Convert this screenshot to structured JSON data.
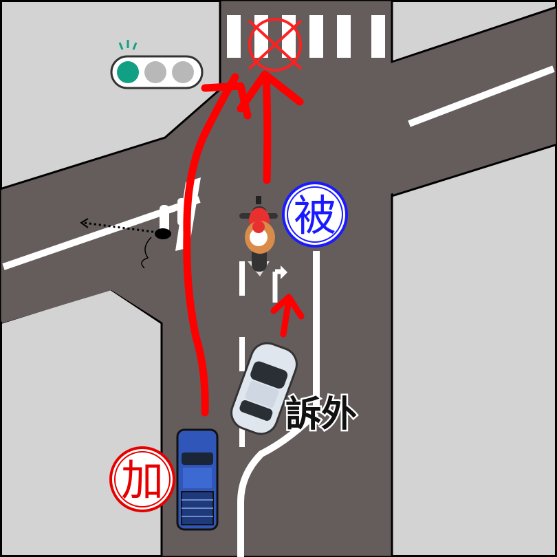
{
  "diagram": {
    "type": "traffic-accident-diagram",
    "traffic_light": {
      "active_lamp": "green"
    },
    "labels": {
      "offender": "加",
      "victim": "被",
      "defendant_car_note": "訴外"
    },
    "colors": {
      "road": "#655c5c",
      "sidewalk": "#d3d3d3",
      "lane_marking": "#ffffff",
      "arrow": "#ff0000",
      "offender_circle": "#e60000",
      "victim_circle": "#1a1aff",
      "signal_green": "#12a084",
      "signal_off": "#b8b8b8",
      "truck_blue": "#2f56b8",
      "car_silver": "#dfe6ee",
      "motorcycle_red": "#e83030"
    },
    "icons": [
      "traffic-light-icon",
      "x-mark-icon",
      "pickup-truck-icon",
      "sedan-car-icon",
      "motorcycle-icon",
      "pedestrian-icon"
    ]
  }
}
